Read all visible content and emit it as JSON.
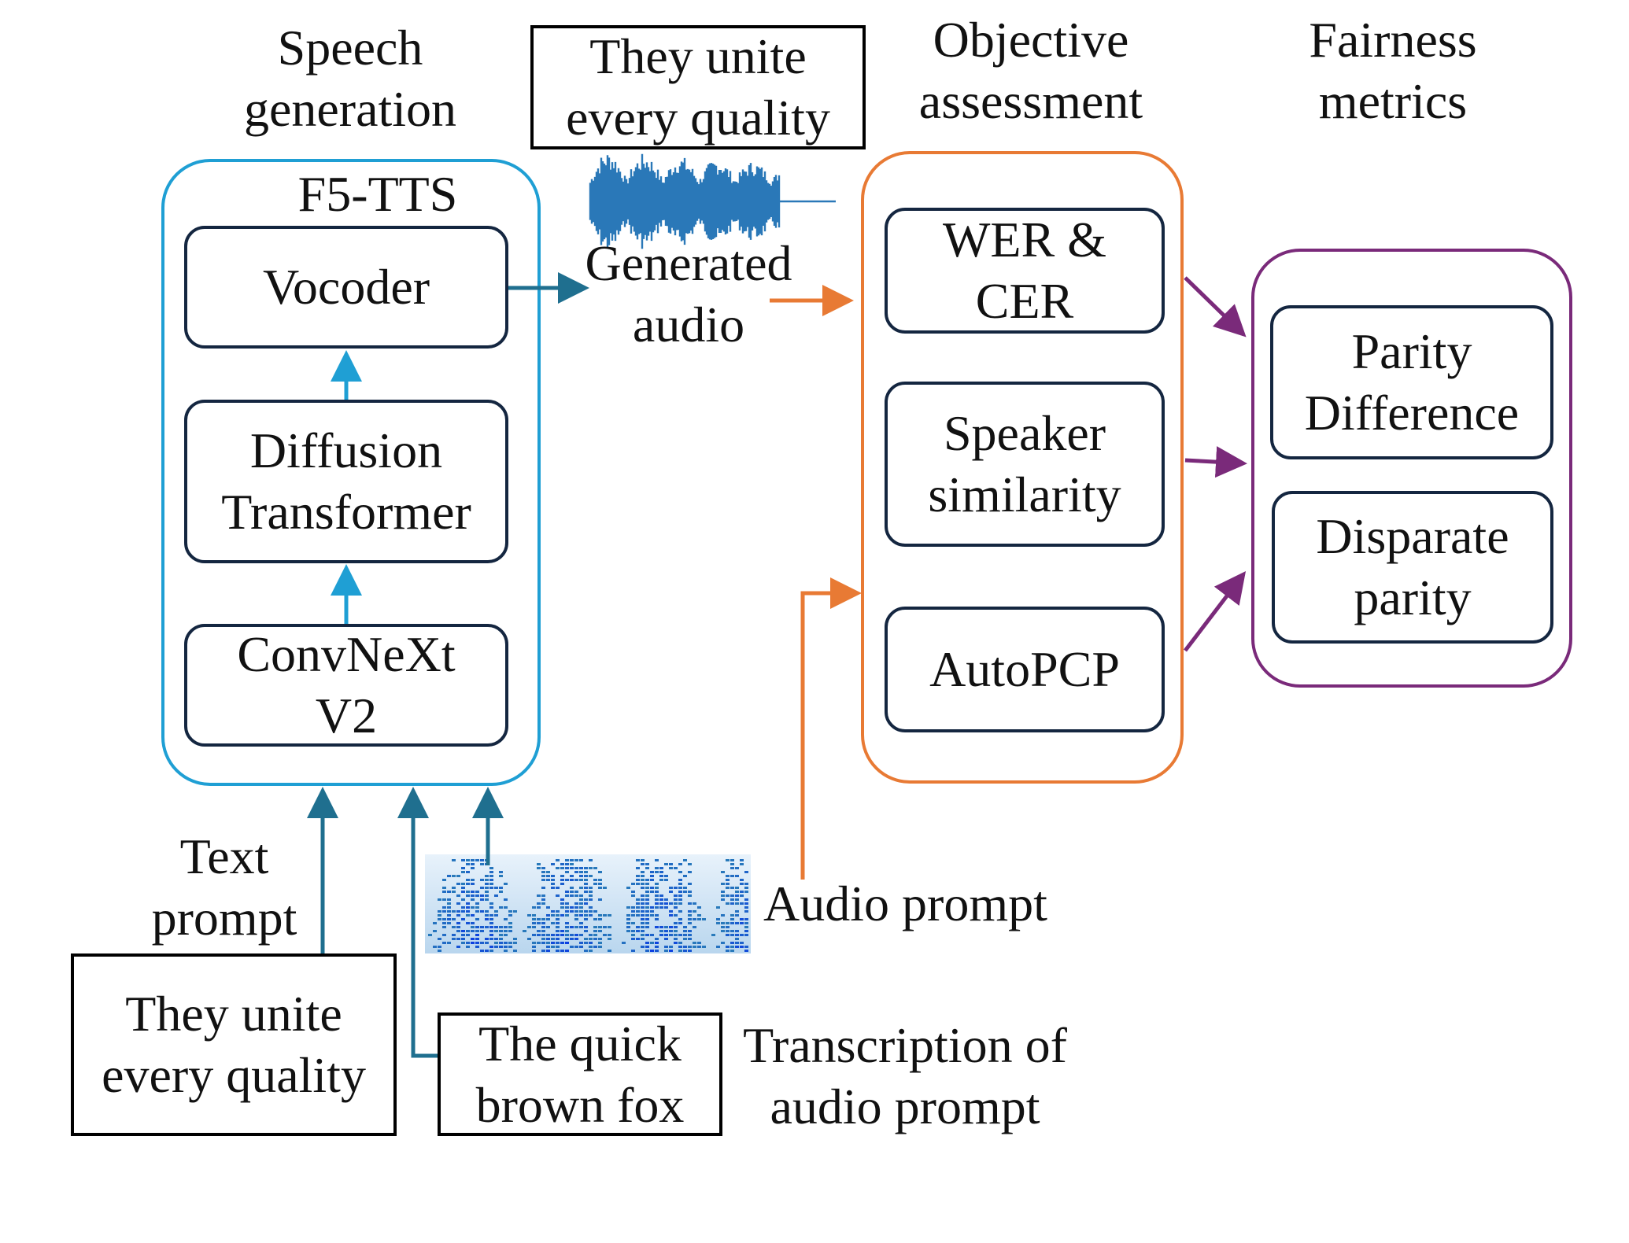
{
  "headers": {
    "speech_generation": [
      "Speech",
      "generation"
    ],
    "objective_assessment": [
      "Objective",
      "assessment"
    ],
    "fairness_metrics": [
      "Fairness",
      "metrics"
    ]
  },
  "generation": {
    "group_title": "F5-TTS",
    "blocks": {
      "vocoder": [
        "Vocoder"
      ],
      "diffusion": [
        "Diffusion",
        "Transformer"
      ],
      "convnext": [
        "ConvNeXt",
        "V2"
      ]
    }
  },
  "generated_text_box": [
    "They unite",
    "every quality"
  ],
  "generated_audio_label": [
    "Generated",
    "audio"
  ],
  "assessment": {
    "wer_cer": [
      "WER &",
      "CER"
    ],
    "speaker_similarity": [
      "Speaker",
      "similarity"
    ],
    "autopcp": [
      "AutoPCP"
    ]
  },
  "fairness": {
    "parity_difference": [
      "Parity",
      "Difference"
    ],
    "disparate_parity": [
      "Disparate",
      "parity"
    ]
  },
  "inputs": {
    "text_prompt_label": [
      "Text",
      "prompt"
    ],
    "text_prompt_box": [
      "They unite",
      "every quality"
    ],
    "transcription_box": [
      "The quick",
      "brown fox"
    ],
    "transcription_label": [
      "Transcription of",
      "audio prompt"
    ],
    "audio_prompt_label": [
      "Audio prompt"
    ]
  },
  "colors": {
    "generation_group": "#1f9fd4",
    "assessment_group": "#e87a34",
    "fairness_group": "#7a2a7a",
    "inner_box_border": "#142640",
    "teal_arrow": "#1f6f8f",
    "waveform": "#2a78b8"
  }
}
